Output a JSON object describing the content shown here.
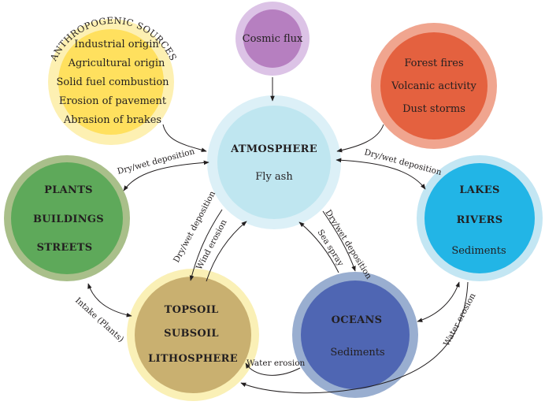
{
  "anthropogenic": {
    "title": "ANTHROPOGENIC SOURCES",
    "items": [
      "Industrial origin",
      "Agricultural origin",
      "Solid fuel combustion",
      "Erosion of pavement",
      "Abrasion of brakes"
    ]
  },
  "cosmic": {
    "label": "Cosmic flux"
  },
  "natural": {
    "items": [
      "Forest fires",
      "Volcanic activity",
      "Dust storms"
    ]
  },
  "atmosphere": {
    "title": "ATMOSPHERE",
    "sub": "Fly ash"
  },
  "plants": {
    "lines": [
      "PLANTS",
      "BUILDINGS",
      "STREETS"
    ]
  },
  "lakes": {
    "lines": [
      "LAKES",
      "RIVERS"
    ],
    "sub": "Sediments"
  },
  "topsoil": {
    "lines": [
      "TOPSOIL",
      "SUBSOIL",
      "LITHOSPHERE"
    ]
  },
  "oceans": {
    "title": "OCEANS",
    "sub": "Sediments"
  },
  "flows": {
    "dep_left": "Dry/wet deposition",
    "dep_right": "Dry/wet deposition",
    "dep_topsoil": "Dry/wet deposition",
    "wind_erosion": "Wind erosion",
    "dep_oceans": "Dry/wet deposition",
    "sea_spray": "Sea spray",
    "intake": "Intake (Plants)",
    "water_erosion_oceans": "Water erosion",
    "water_erosion_lakes": "Water erosion"
  },
  "colors": {
    "anthro_outer": "#fdf0b2",
    "anthro_inner": "#ffe05e",
    "cosmic_outer": "#dcc3e6",
    "cosmic_inner": "#b67fc0",
    "natural_outer": "#f0a58f",
    "natural_inner": "#e4613f",
    "atmos_outer": "#dcf0f7",
    "atmos_inner": "#bfe6f0",
    "plants_outer": "#a9bf8a",
    "plants_inner": "#5ea95a",
    "lakes_outer": "#c3e6f3",
    "lakes_inner": "#22b5e6",
    "topsoil_outer": "#faf0b6",
    "topsoil_inner": "#c9b070",
    "oceans_outer": "#99aed0",
    "oceans_inner": "#4f66b3"
  }
}
